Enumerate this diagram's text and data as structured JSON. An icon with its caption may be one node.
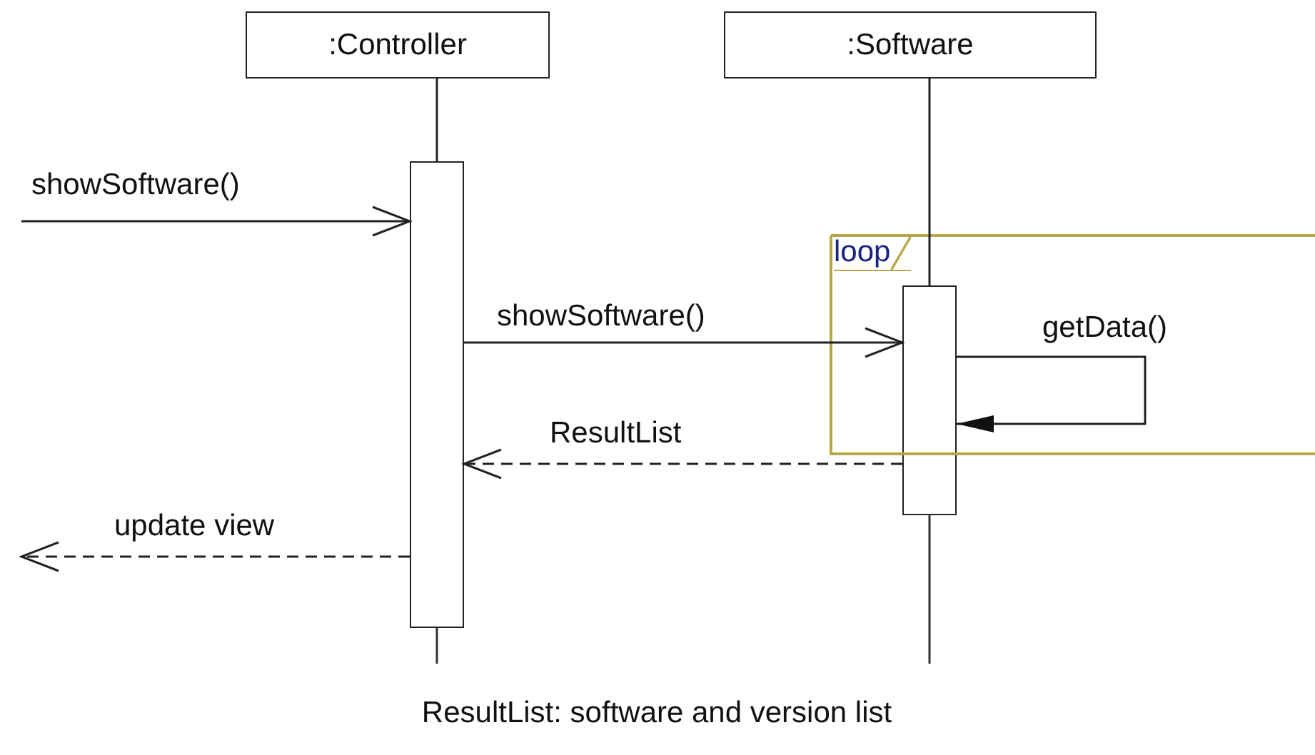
{
  "diagram": {
    "caption": "ResultList: software and version list",
    "nodes": [
      {
        "text": [
          ":Controller"
        ]
      },
      {
        "text": [
          ":Software"
        ]
      },
      {
        "text": [],
        "shape": "bar"
      },
      {
        "text": [],
        "shape": "bar"
      },
      {
        "text": [
          "loop"
        ]
      }
    ],
    "edges": [
      {
        "from": 0,
        "to": 2,
        "arrow": "none"
      },
      {
        "from": 1,
        "to": 3,
        "arrow": "none"
      },
      {
        "from": null,
        "to": 2,
        "arrow": "to",
        "label": "showSoftware()"
      },
      {
        "from": 2,
        "to": 3,
        "arrow": "to",
        "label": "showSoftware()"
      },
      {
        "from": 3,
        "to": 3,
        "arrow": "to",
        "label": "getData()"
      },
      {
        "from": 3,
        "to": 2,
        "arrow": "to",
        "label": "ResultList",
        "style": "dashed"
      },
      {
        "from": 2,
        "to": null,
        "arrow": "to",
        "label": "update view",
        "style": "dashed"
      }
    ]
  }
}
